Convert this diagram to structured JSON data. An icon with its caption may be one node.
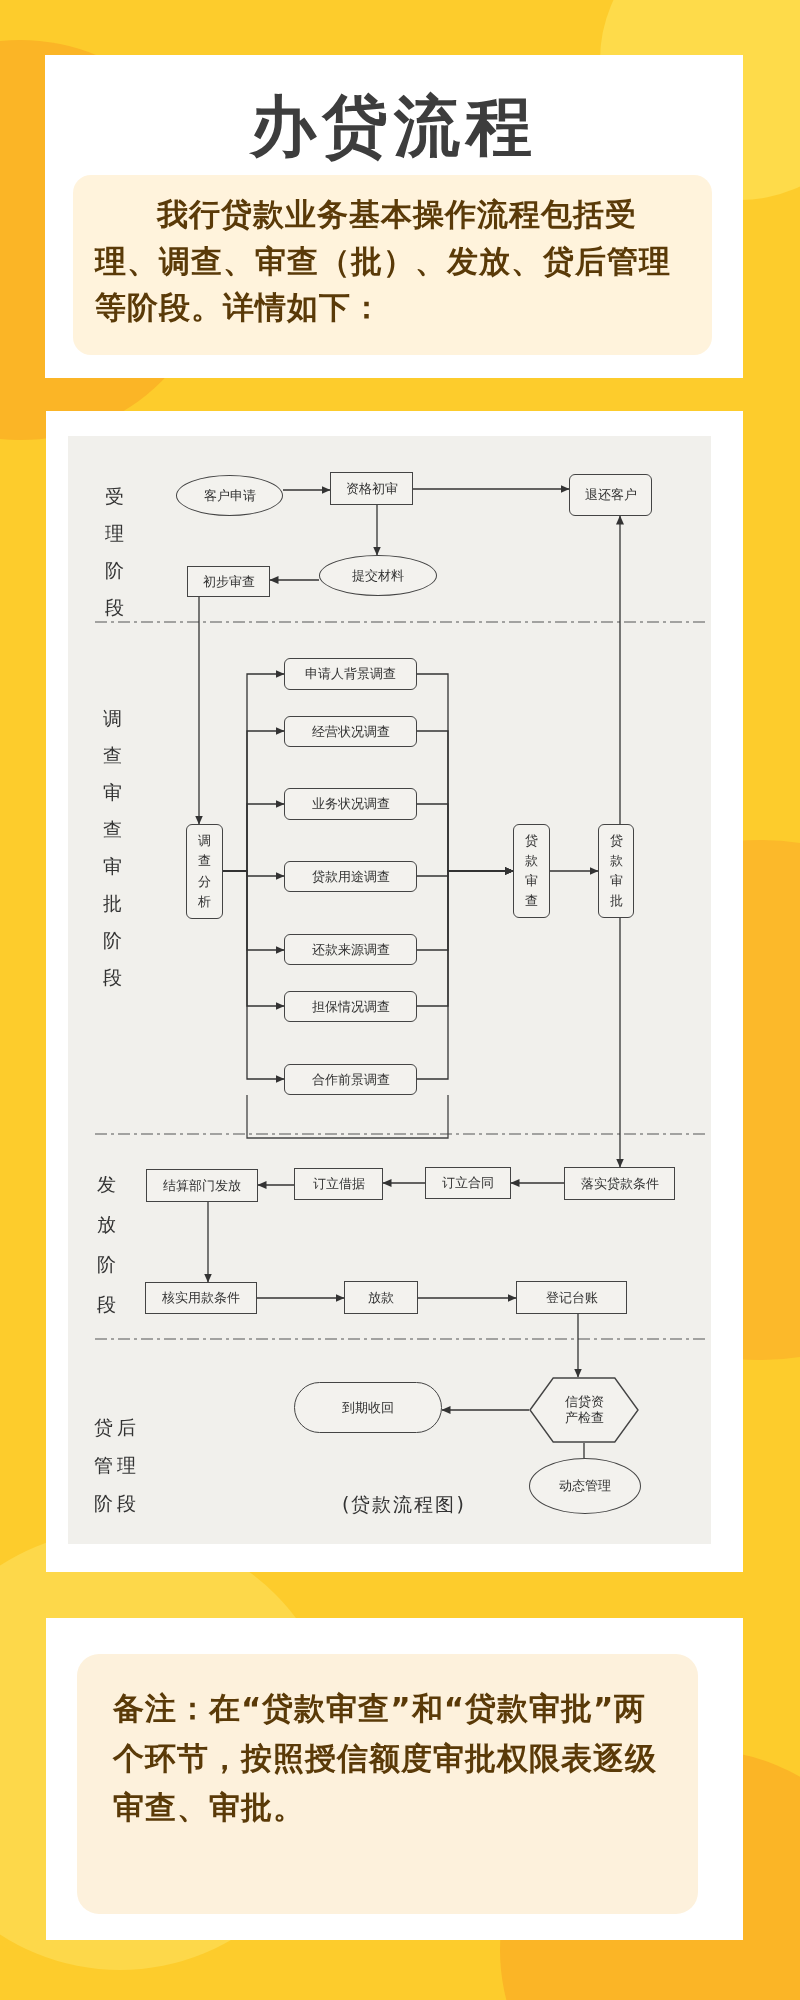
{
  "diagram": {
    "title": "办贷流程",
    "caption": "(贷款流程图)",
    "nodes": [
      {
        "text": [
          "客户申请"
        ]
      },
      {
        "text": [
          "资格初审"
        ]
      },
      {
        "text": [
          "退还客户"
        ]
      },
      {
        "text": [
          "提交材料"
        ]
      },
      {
        "text": [
          "初步审查"
        ]
      },
      {
        "text": [
          "调查分析"
        ]
      },
      {
        "text": [
          "申请人背景调查"
        ]
      },
      {
        "text": [
          "经营状况调查"
        ]
      },
      {
        "text": [
          "业务状况调查"
        ]
      },
      {
        "text": [
          "贷款用途调查"
        ]
      },
      {
        "text": [
          "还款来源调查"
        ]
      },
      {
        "text": [
          "担保情况调查"
        ]
      },
      {
        "text": [
          "合作前景调查"
        ]
      },
      {
        "text": [
          "贷款审查"
        ]
      },
      {
        "text": [
          "贷款审批"
        ]
      },
      {
        "text": [
          "落实贷款条件"
        ]
      },
      {
        "text": [
          "订立合同"
        ]
      },
      {
        "text": [
          "订立借据"
        ]
      },
      {
        "text": [
          "结算部门发放"
        ]
      },
      {
        "text": [
          "核实用款条件"
        ]
      },
      {
        "text": [
          "放款"
        ]
      },
      {
        "text": [
          "登记台账"
        ]
      },
      {
        "text": [
          "信贷资产检查"
        ]
      },
      {
        "text": [
          "到期收回"
        ]
      },
      {
        "text": [
          "动态管理"
        ]
      }
    ],
    "edges": [
      {
        "from": 0,
        "to": 1,
        "arrow": "to"
      },
      {
        "from": 1,
        "to": 2,
        "arrow": "to"
      },
      {
        "from": 1,
        "to": 3,
        "arrow": "to"
      },
      {
        "from": 3,
        "to": 4,
        "arrow": "to"
      },
      {
        "from": 4,
        "to": 5,
        "arrow": "to"
      },
      {
        "from": 5,
        "to": 6,
        "arrow": "to"
      },
      {
        "from": 5,
        "to": 7,
        "arrow": "to"
      },
      {
        "from": 5,
        "to": 8,
        "arrow": "to"
      },
      {
        "from": 5,
        "to": 9,
        "arrow": "to"
      },
      {
        "from": 5,
        "to": 10,
        "arrow": "to"
      },
      {
        "from": 5,
        "to": 11,
        "arrow": "to"
      },
      {
        "from": 5,
        "to": 12,
        "arrow": "to"
      },
      {
        "from": 6,
        "to": 13,
        "arrow": "to"
      },
      {
        "from": 7,
        "to": 13,
        "arrow": "to"
      },
      {
        "from": 8,
        "to": 13,
        "arrow": "to"
      },
      {
        "from": 9,
        "to": 13,
        "arrow": "to"
      },
      {
        "from": 10,
        "to": 13,
        "arrow": "to"
      },
      {
        "from": 11,
        "to": 13,
        "arrow": "to"
      },
      {
        "from": 12,
        "to": 13,
        "arrow": "to"
      },
      {
        "from": 13,
        "to": 14,
        "arrow": "to"
      },
      {
        "from": 14,
        "to": 2,
        "arrow": "to"
      },
      {
        "from": 14,
        "to": 15,
        "arrow": "to"
      },
      {
        "from": 15,
        "to": 16,
        "arrow": "to"
      },
      {
        "from": 16,
        "to": 17,
        "arrow": "to"
      },
      {
        "from": 17,
        "to": 18,
        "arrow": "to"
      },
      {
        "from": 18,
        "to": 19,
        "arrow": "to"
      },
      {
        "from": 19,
        "to": 20,
        "arrow": "to"
      },
      {
        "from": 20,
        "to": 21,
        "arrow": "to"
      },
      {
        "from": 21,
        "to": 22,
        "arrow": "to"
      },
      {
        "from": 22,
        "to": 23,
        "arrow": "to"
      },
      {
        "from": 22,
        "to": 24,
        "arrow": "none"
      }
    ],
    "labels": [
      "我行贷款业务基本操作流程包括受理、调查、审查（批）、发放、贷后管理等阶段。详情如下：",
      "受理阶段",
      "调查审查审批阶段",
      "发放阶段",
      "贷后管理阶段",
      "备注：在“贷款审查”和“贷款审批”两个环节，按照授信额度审批权限表逐级审查、审批。"
    ]
  }
}
